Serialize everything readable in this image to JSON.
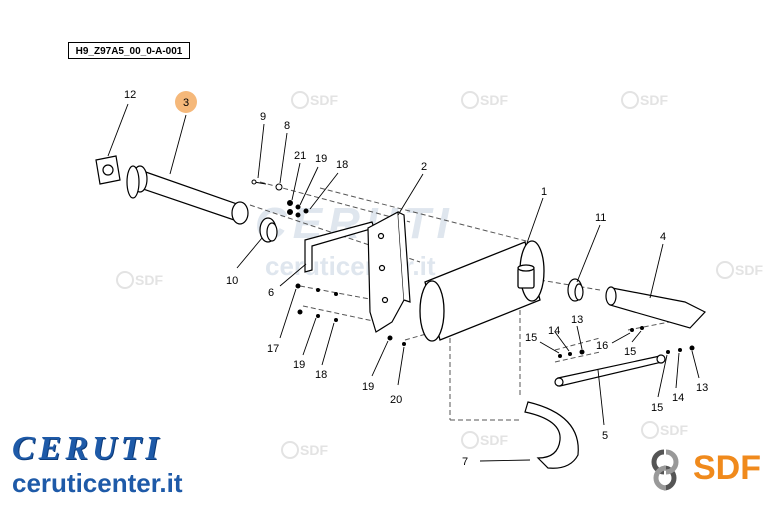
{
  "diagram": {
    "drawing_code": "H9_Z97A5_00_0-A-001",
    "highlighted_part": "3",
    "watermark_text": "SDF",
    "watermark_brand": "CERUTI",
    "watermark_url": "ceruticenter.it",
    "callouts": [
      "12",
      "3",
      "9",
      "8",
      "21",
      "19",
      "18",
      "2",
      "1",
      "11",
      "4",
      "10",
      "6",
      "17",
      "19",
      "18",
      "14",
      "13",
      "15",
      "16",
      "15",
      "19",
      "20",
      "15",
      "14",
      "13",
      "5",
      "7"
    ],
    "highlight_color": "#f5b87a"
  },
  "branding": {
    "ceruti_name": "CERUTI",
    "ceruti_url": "ceruticenter.it",
    "sdf_name": "SDF",
    "ceruti_color": "#1e5aa8",
    "sdf_color": "#f08a1c"
  }
}
